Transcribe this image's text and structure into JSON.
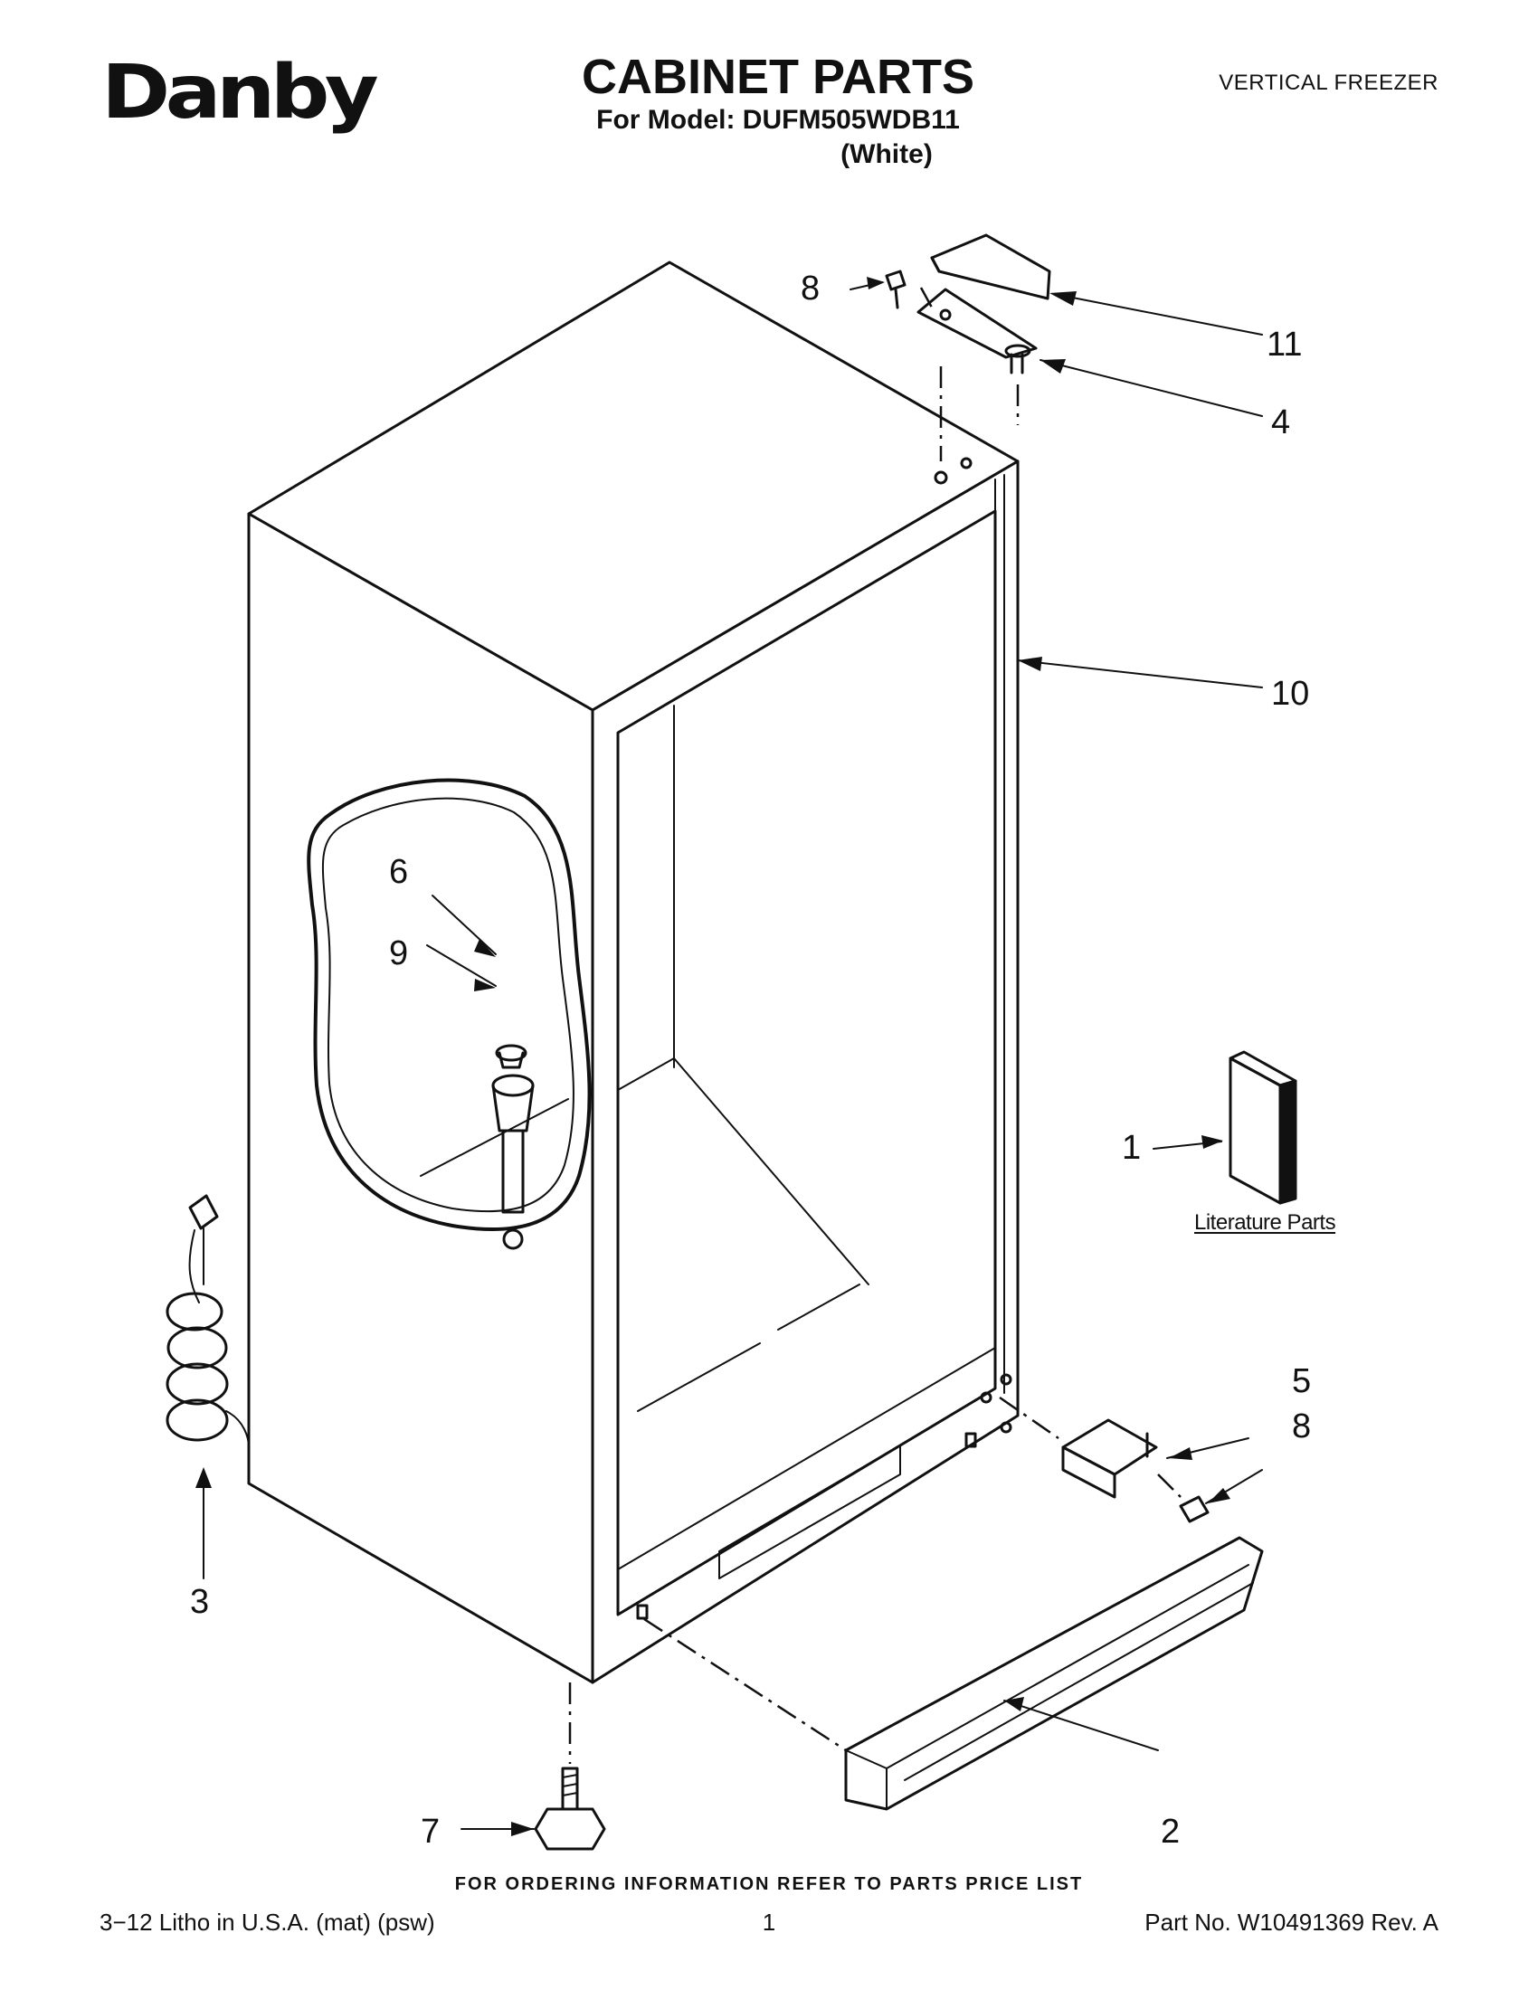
{
  "header": {
    "brand": "Danby",
    "title": "CABINET PARTS",
    "model_line": "For Model: DUFM505WDB11",
    "variant": "(White)",
    "category": "VERTICAL FREEZER"
  },
  "callouts": {
    "c1": "1",
    "c2": "2",
    "c3": "3",
    "c4": "4",
    "c5": "5",
    "c6": "6",
    "c7": "7",
    "c8_top": "8",
    "c8_bottom": "8",
    "c9": "9",
    "c10": "10",
    "c11": "11"
  },
  "literature_label": "Literature Parts",
  "order_note": "FOR ORDERING INFORMATION REFER TO PARTS PRICE LIST",
  "footer": {
    "left": "3−12 Litho in U.S.A. (mat) (psw)",
    "center": "1",
    "right": "Part No. W10491369 Rev. A"
  }
}
